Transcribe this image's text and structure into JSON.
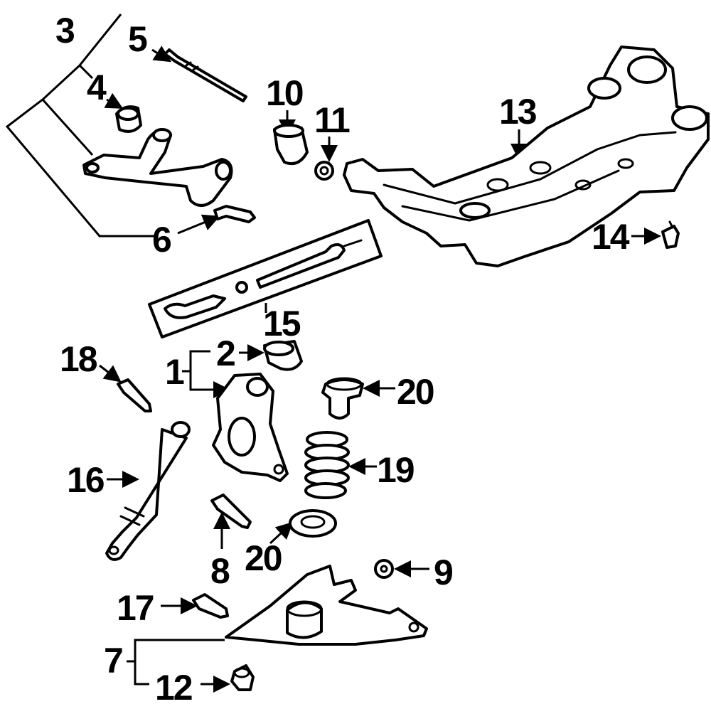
{
  "colors": {
    "ink": "#000000",
    "paper": "#ffffff"
  },
  "callouts": {
    "c1": "1",
    "c2": "2",
    "c3": "3",
    "c4": "4",
    "c5": "5",
    "c6": "6",
    "c7": "7",
    "c8": "8",
    "c9": "9",
    "c10": "10",
    "c11": "11",
    "c12": "12",
    "c13": "13",
    "c14": "14",
    "c15": "15",
    "c16": "16",
    "c17": "17",
    "c18": "18",
    "c19": "19",
    "c20a": "20",
    "c20b": "20"
  }
}
